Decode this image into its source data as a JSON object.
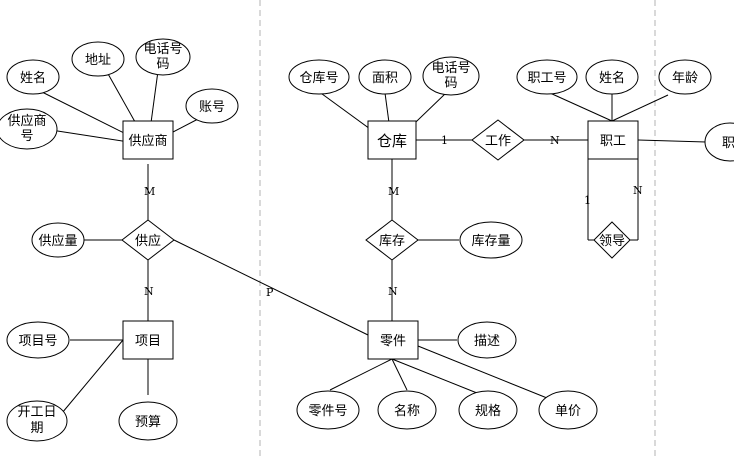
{
  "entities": {
    "supplier": "供应商",
    "warehouse": "仓库",
    "employee": "职工",
    "project": "项目",
    "part": "零件"
  },
  "relationships": {
    "supply": "供应",
    "stock": "库存",
    "work": "工作",
    "lead": "领导"
  },
  "attributes": {
    "supplier_name": "姓名",
    "supplier_address": "地址",
    "supplier_phone": [
      "电话号",
      "码"
    ],
    "supplier_account": "账号",
    "supplier_no": [
      "供应商",
      "号"
    ],
    "warehouse_no": "仓库号",
    "warehouse_area": "面积",
    "warehouse_phone": [
      "电话号",
      "码"
    ],
    "employee_no": "职工号",
    "employee_name": "姓名",
    "employee_age": "年龄",
    "employee_partial": "职",
    "supply_qty": "供应量",
    "stock_qty": "库存量",
    "project_no": "项目号",
    "project_start": [
      "开工日",
      "期"
    ],
    "project_budget": "预算",
    "part_desc": "描述",
    "part_no": "零件号",
    "part_name": "名称",
    "part_spec": "规格",
    "part_price": "单价"
  },
  "cardinalities": {
    "supplier_supply": "M",
    "supply_project": "N",
    "supply_part": "P",
    "warehouse_stock": "M",
    "stock_part": "N",
    "warehouse_work": "1",
    "work_employee": "N",
    "lead_left": "1",
    "lead_right": "N"
  }
}
